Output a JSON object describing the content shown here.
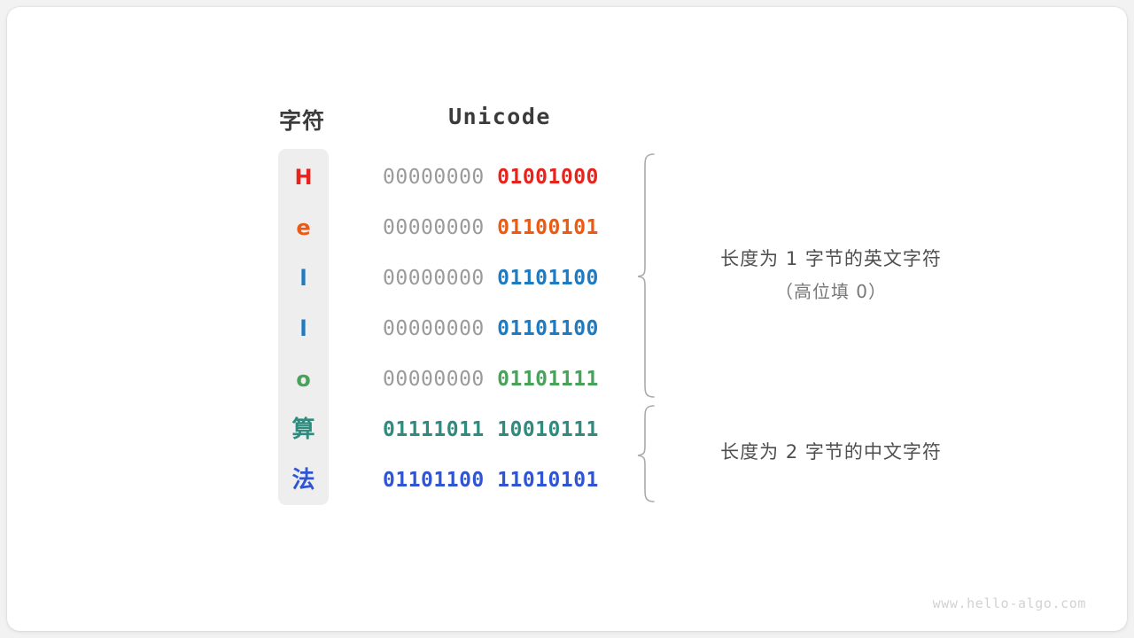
{
  "headers": {
    "char": "字符",
    "unicode": "Unicode"
  },
  "rows": [
    {
      "char": "H",
      "color": "#e8231c",
      "pad": "00000000 ",
      "value": "01001000",
      "cjk": false
    },
    {
      "char": "e",
      "color": "#ec5a13",
      "pad": "00000000 ",
      "value": "01100101",
      "cjk": false
    },
    {
      "char": "l",
      "color": "#1f7bc1",
      "pad": "00000000 ",
      "value": "01101100",
      "cjk": false
    },
    {
      "char": "l",
      "color": "#1f7bc1",
      "pad": "00000000 ",
      "value": "01101100",
      "cjk": false
    },
    {
      "char": "o",
      "color": "#49a25a",
      "pad": "00000000 ",
      "value": "01101111",
      "cjk": false
    },
    {
      "char": "算",
      "color": "#2e8b7e",
      "pad": "",
      "value": "01111011 10010111",
      "cjk": true
    },
    {
      "char": "法",
      "color": "#2f55d4",
      "pad": "",
      "value": "01101100 11010101",
      "cjk": true
    }
  ],
  "annotations": {
    "group1_line1": "长度为 1 字节的英文字符",
    "group1_line2": "（高位填 0）",
    "group2_line1": "长度为 2 字节的中文字符"
  },
  "colors": {
    "pad_gray": "#9a9a9a",
    "brace_gray": "#aaaaaa",
    "strip_bg": "#eeeeee",
    "card_bg": "#ffffff",
    "page_bg": "#f2f2f2",
    "header_text": "#3b3b3b",
    "annot_text": "#4f4f4f"
  },
  "watermark": "www.hello-algo.com"
}
